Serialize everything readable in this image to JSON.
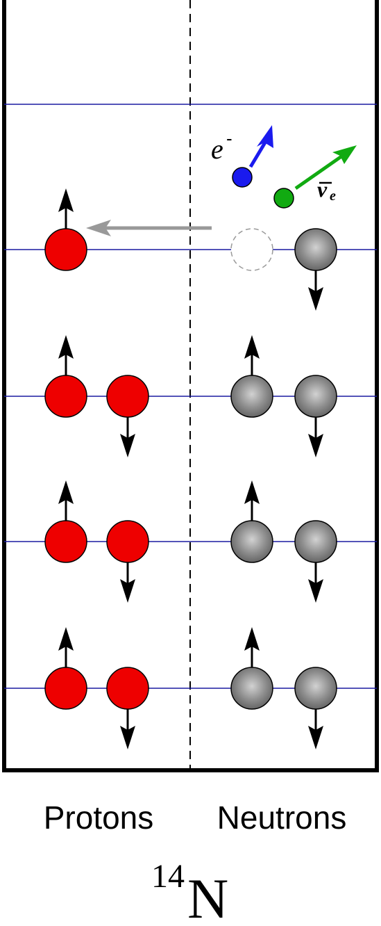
{
  "diagram": {
    "labels": {
      "protons": "Protons",
      "neutrons": "Neutrons",
      "mass_number": "14",
      "element": "N",
      "electron": "e",
      "electron_charge": "-",
      "antineutrino": "ν",
      "antineutrino_sub": "e"
    },
    "colors": {
      "proton": "#ee0000",
      "neutron": "#8a8a8a",
      "electron": "#1a1aee",
      "antineutrino": "#11aa11",
      "level_line": "#1a1aa0",
      "transition_arrow": "#999999"
    },
    "levels": [
      {
        "protons": [
          "up"
        ],
        "neutrons": [
          "empty",
          "down"
        ]
      },
      {
        "protons": [
          "up",
          "down"
        ],
        "neutrons": [
          "up",
          "down"
        ]
      },
      {
        "protons": [
          "up",
          "down"
        ],
        "neutrons": [
          "up",
          "down"
        ]
      },
      {
        "protons": [
          "up",
          "down"
        ],
        "neutrons": [
          "up",
          "down"
        ]
      }
    ]
  }
}
